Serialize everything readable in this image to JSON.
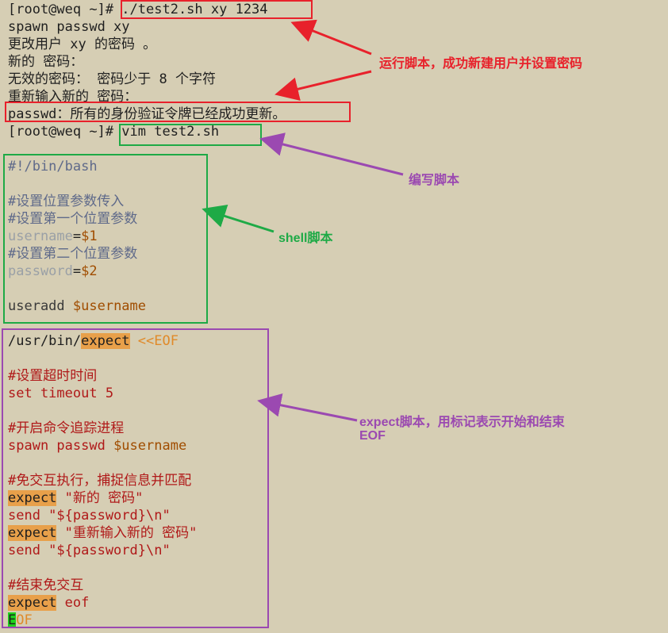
{
  "terminal": {
    "prompt": "[root@weq ~]#",
    "cmd1": " ./test2.sh xy 1234",
    "out1": "spawn passwd xy",
    "out2": "更改用户 xy 的密码 。",
    "out3": "新的 密码：",
    "out4": "无效的密码： 密码少于 8 个字符",
    "out5": "重新输入新的 密码：",
    "out6": "passwd：所有的身份验证令牌已经成功更新。",
    "cmd2": " vim test2.sh"
  },
  "shell_script": {
    "shebang": "#!/bin/bash",
    "c1": "#设置位置参数传入",
    "c2": "#设置第一个位置参数",
    "v1_name": "username",
    "v1_eq": "=",
    "v1_val": "$1",
    "c3": "#设置第二个位置参数",
    "v2_name": "password",
    "v2_eq": "=",
    "v2_val": "$2",
    "useradd": "useradd ",
    "useradd_var": "$username"
  },
  "expect_script": {
    "path_prefix": "/usr/bin/",
    "path_kw": "expect",
    "heredoc": " <<EOF",
    "c_timeout": "#设置超时时间",
    "set_timeout": "set timeout 5",
    "c_spawn": "#开启命令追踪进程",
    "spawn_cmd": "spawn passwd ",
    "spawn_var": "$username",
    "c_interact": "#免交互执行，捕捉信息并匹配",
    "kw1": "expect",
    "exp1": " \"新的 密码\"",
    "send1": "send \"${password}\\n\"",
    "kw2": "expect",
    "exp2": " \"重新输入新的 密码\"",
    "send2": "send \"${password}\\n\"",
    "c_end": "#结束免交互",
    "kw3": "expect",
    "eof_arg": " eof",
    "eof_first": "E",
    "eof_rest": "OF"
  },
  "annotations": {
    "run": "运行脚本，成功新建用户并设置密码",
    "write": "编写脚本",
    "shell": "shell脚本",
    "expect_l1": "expect脚本，用标记表示开始和结束",
    "expect_l2": "EOF"
  },
  "colors": {
    "red": "#e8212b",
    "green": "#1eaa46",
    "purple": "#9b49b1",
    "terminal_bg": "#d6ceb4"
  }
}
